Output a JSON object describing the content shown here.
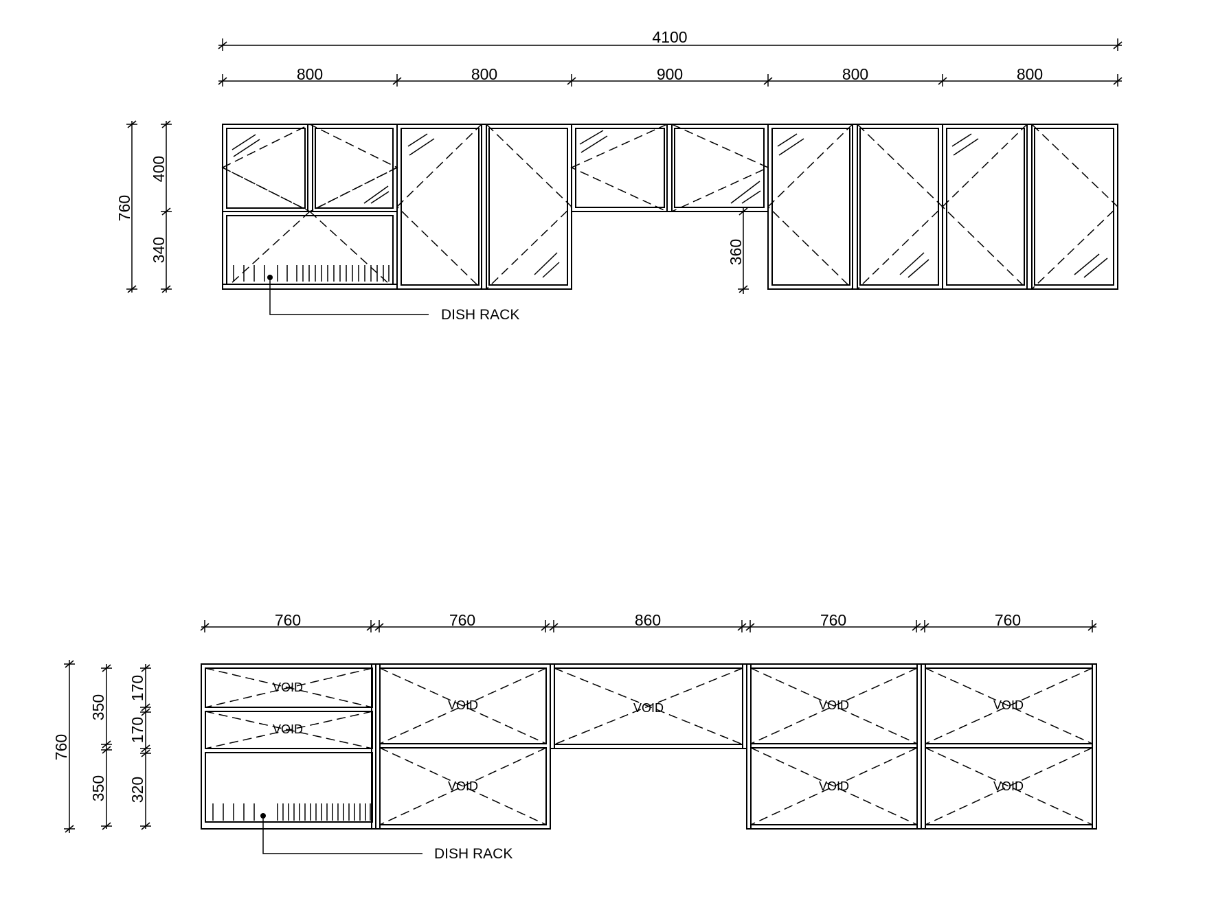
{
  "upper_elevation": {
    "overall_width": "4100",
    "segment_widths": [
      "800",
      "800",
      "900",
      "800",
      "800"
    ],
    "overall_height": "760",
    "upper_height": "400",
    "lower_height": "340",
    "gap_height": "360",
    "callout": "DISH RACK"
  },
  "lower_elevation": {
    "segment_widths": [
      "760",
      "760",
      "860",
      "760",
      "760"
    ],
    "overall_height": "760",
    "half_heights": [
      "350",
      "350"
    ],
    "part_heights": [
      "170",
      "170",
      "320"
    ],
    "void_label": "VOID",
    "callout": "DISH RACK"
  }
}
